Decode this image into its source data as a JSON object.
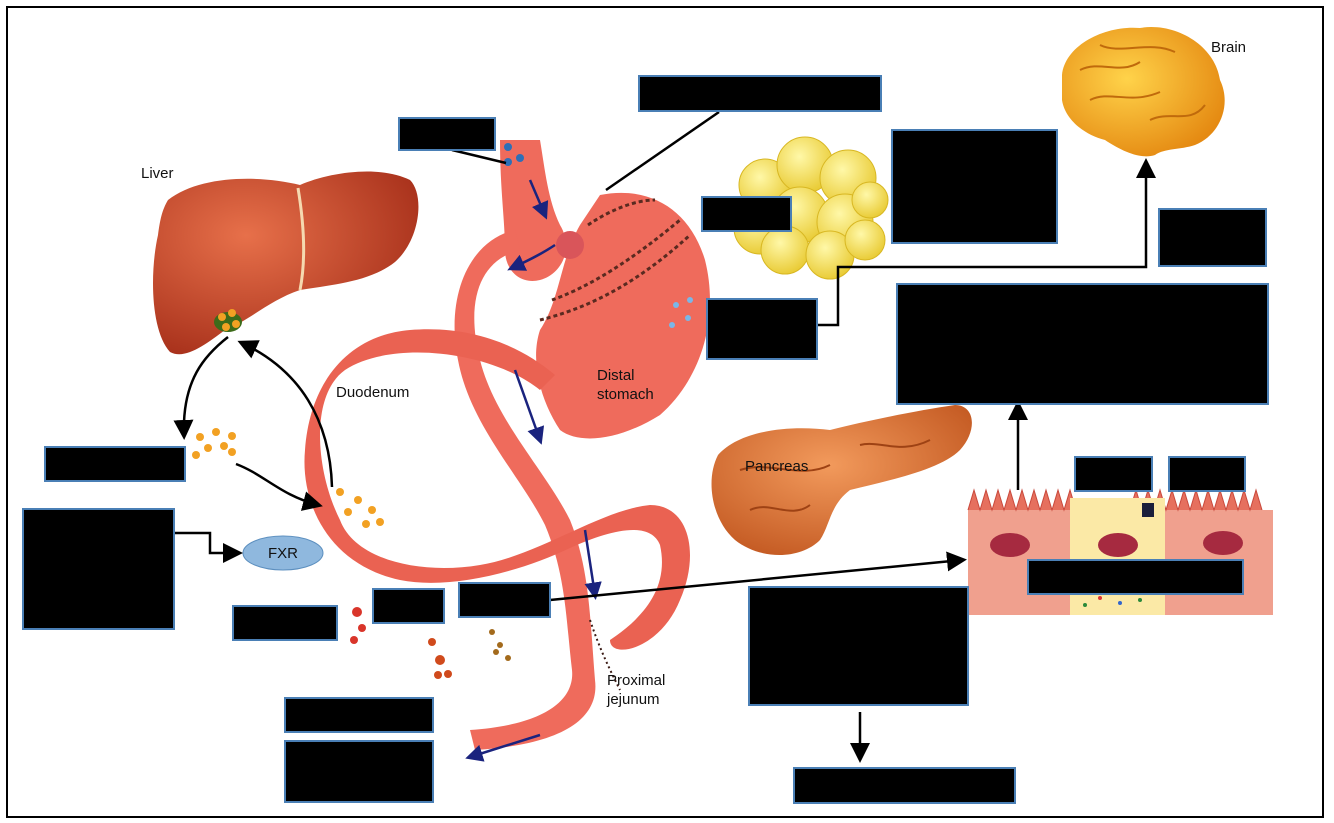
{
  "labels": {
    "liver": "Liver",
    "brain": "Brain",
    "duodenum": "Duodenum",
    "distal_stomach": "Distal\nstomach",
    "pancreas": "Pancreas",
    "proximal_jejunum": "Proximal\njejunum",
    "fxr": "FXR"
  },
  "colors": {
    "gut": "#ee6a5a",
    "gut_dark": "#c8433a",
    "liver": "#c94a2c",
    "fat": "#f3e163",
    "brain": "#f0a41e",
    "pancreas": "#d9743b",
    "redaction": "#000000",
    "redaction_border": "#4a7fb5",
    "fxr_fill": "#8fb8de",
    "flow_arrow": "#1a237e"
  },
  "icons": [
    "liver-icon",
    "brain-icon",
    "adipose-tissue-icon",
    "pancreas-icon",
    "stomach-bypass-icon",
    "intestinal-villi-icon",
    "fxr-receptor-icon"
  ]
}
